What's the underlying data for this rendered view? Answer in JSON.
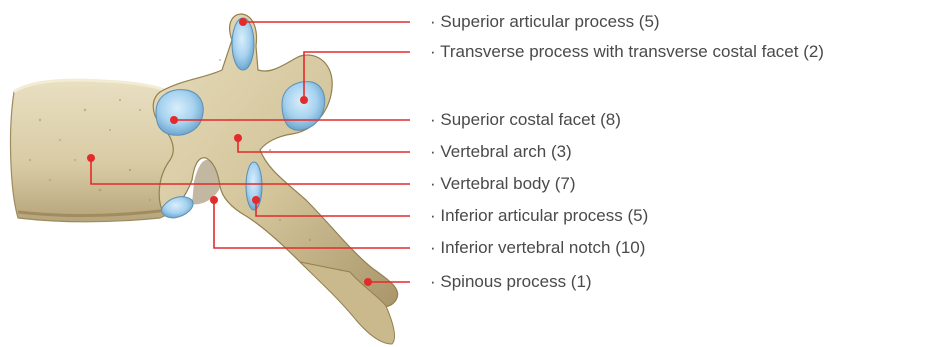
{
  "colors": {
    "leader": "#e32b2b",
    "bone": "#d6c9a2",
    "bone_dark": "#b7a57a",
    "cartilage": "#a9d3ee",
    "text": "#4a4a4a"
  },
  "labels": [
    {
      "id": "superior-articular-process",
      "text": "· Superior articular process (5)"
    },
    {
      "id": "transverse-process",
      "text": "· Transverse process with transverse costal facet (2)"
    },
    {
      "id": "superior-costal-facet",
      "text": "· Superior costal facet (8)"
    },
    {
      "id": "vertebral-arch",
      "text": "· Vertebral arch (3)"
    },
    {
      "id": "vertebral-body",
      "text": "· Vertebral body (7)"
    },
    {
      "id": "inferior-articular-process",
      "text": "· Inferior articular process (5)"
    },
    {
      "id": "inferior-vertebral-notch",
      "text": "· Inferior vertebral notch (10)"
    },
    {
      "id": "spinous-process",
      "text": "· Spinous process (1)"
    }
  ]
}
